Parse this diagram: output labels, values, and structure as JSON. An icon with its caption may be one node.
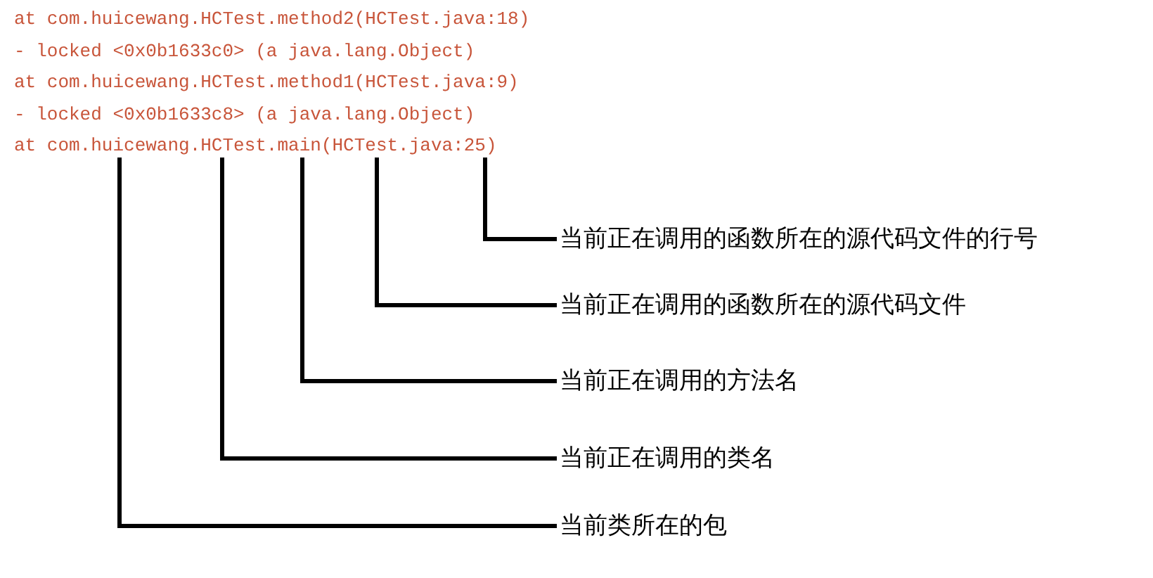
{
  "diagram": {
    "nodes": [
      {
        "text": [
          "at com.huicewang.HCTest.main(HCTest.java:25)"
        ]
      },
      {
        "text": [
          "当前正在调用的函数所在的源代码文件的行号"
        ]
      },
      {
        "text": [
          "当前正在调用的函数所在的源代码文件"
        ]
      },
      {
        "text": [
          "当前正在调用的方法名"
        ]
      },
      {
        "text": [
          "当前正在调用的类名"
        ]
      },
      {
        "text": [
          "当前类所在的包"
        ]
      }
    ],
    "edges": [
      {
        "from": 1,
        "to": 0,
        "arrow": "none"
      },
      {
        "from": 2,
        "to": 0,
        "arrow": "none"
      },
      {
        "from": 3,
        "to": 0,
        "arrow": "none"
      },
      {
        "from": 4,
        "to": 0,
        "arrow": "none"
      },
      {
        "from": 5,
        "to": 0,
        "arrow": "none"
      }
    ],
    "labels": [
      "at com.huicewang.HCTest.method2(HCTest.java:18)",
      "- locked <0x0b1633c0> (a java.lang.Object)",
      "at com.huicewang.HCTest.method1(HCTest.java:9)",
      "- locked <0x0b1633c8> (a java.lang.Object)"
    ]
  }
}
